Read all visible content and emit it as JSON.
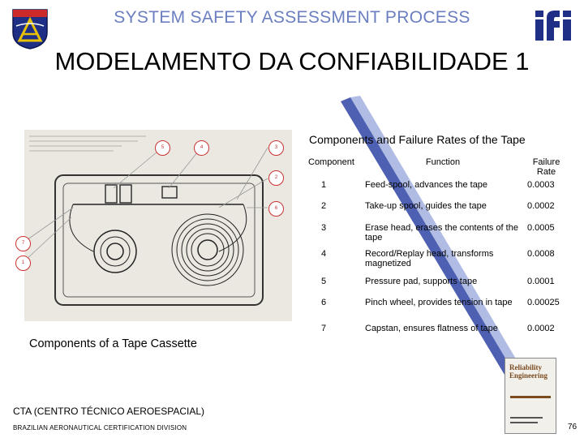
{
  "header": {
    "title": "SYSTEM SAFETY ASSESSMENT PROCESS",
    "right_logo": "IFI"
  },
  "slide": {
    "title": "MODELAMENTO DA CONFIABILIDADE 1"
  },
  "figure": {
    "caption": "Components of a Tape Cassette",
    "callout_numbers": [
      "5",
      "4",
      "3",
      "2",
      "6",
      "7",
      "1"
    ]
  },
  "table": {
    "title": "Components and Failure Rates of the Tape",
    "headers": {
      "component": "Component",
      "function": "Function",
      "failure_rate": "Failure Rate"
    },
    "rows": [
      {
        "component": "1",
        "function": "Feed-spool, advances the tape",
        "failure_rate": "0.0003"
      },
      {
        "component": "2",
        "function": "Take-up spool, guides the tape",
        "failure_rate": "0.0002"
      },
      {
        "component": "3",
        "function": "Erase head, erases the contents of the tape",
        "failure_rate": "0.0005"
      },
      {
        "component": "4",
        "function": "Record/Replay head, transforms magnetized",
        "failure_rate": "0.0008"
      },
      {
        "component": "5",
        "function": "Pressure pad, supports tape",
        "failure_rate": "0.0001"
      },
      {
        "component": "6",
        "function": "Pinch wheel, provides tension in tape",
        "failure_rate": "0.00025"
      },
      {
        "component": "7",
        "function": "Capstan, ensures flatness of tape",
        "failure_rate": "0.0002"
      }
    ]
  },
  "book": {
    "title": "Reliability Engineering"
  },
  "footer": {
    "cta": "CTA (CENTRO TÉCNICO AEROESPACIAL)",
    "division": "BRAZILIAN AERONAUTICAL CERTIFICATION DIVISION",
    "page": "76"
  },
  "colors": {
    "header_text": "#6a7ec0",
    "logo_blue": "#1f2f86",
    "accent_gold": "#e8c200",
    "accent_red": "#cc2a2a",
    "diagonal_blue": "#3b4fa8",
    "callout_red": "#c83232"
  }
}
